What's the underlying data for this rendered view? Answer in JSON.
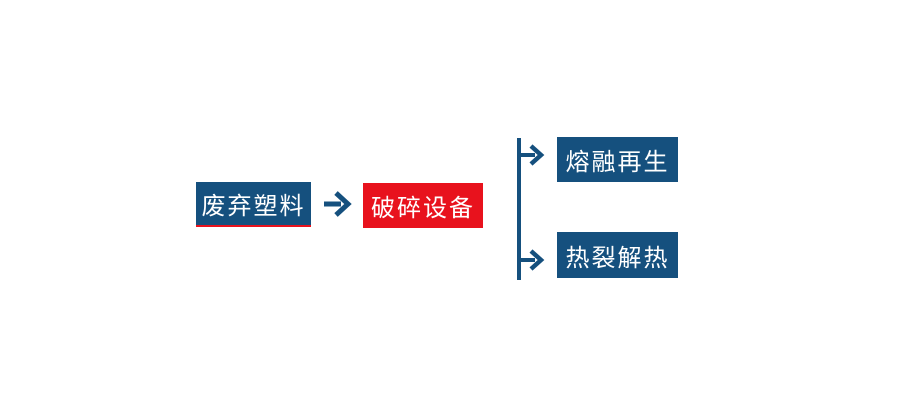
{
  "colors": {
    "node_blue": "#15507E",
    "node_red": "#E8121D",
    "arrow_blue": "#15507E",
    "text": "#FFFFFF",
    "background": "#FFFFFF",
    "waste_box_underline": "#E8121D"
  },
  "flowchart": {
    "type": "diagram",
    "nodes": [
      {
        "id": "waste-plastic",
        "label": "废弃塑料",
        "color": "blue",
        "underline": "red"
      },
      {
        "id": "crushing-equipment",
        "label": "破碎设备",
        "color": "red"
      },
      {
        "id": "melt-regeneration",
        "label": "熔融再生",
        "color": "blue"
      },
      {
        "id": "pyrolysis-heat",
        "label": "热裂解热",
        "color": "blue"
      }
    ],
    "edges": [
      {
        "from": "waste-plastic",
        "to": "crushing-equipment",
        "style": "arrow-right"
      },
      {
        "from": "crushing-equipment",
        "to": "melt-regeneration",
        "style": "branch-arrow"
      },
      {
        "from": "crushing-equipment",
        "to": "pyrolysis-heat",
        "style": "branch-arrow"
      }
    ]
  }
}
